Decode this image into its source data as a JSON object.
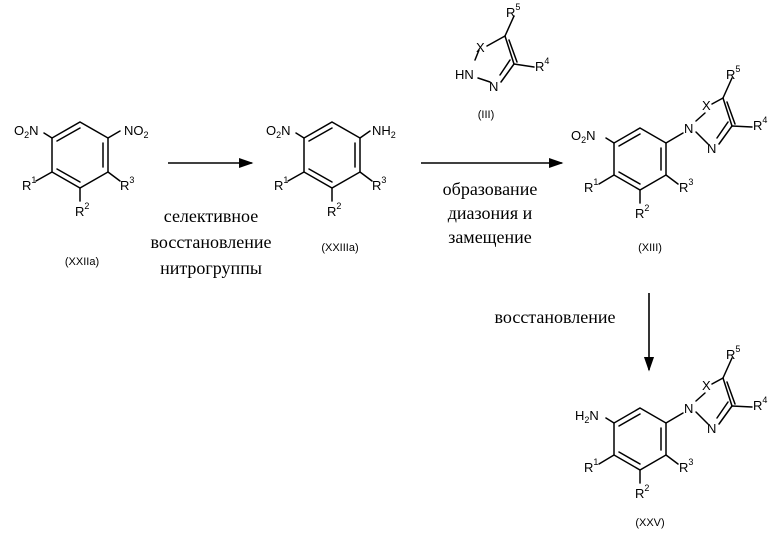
{
  "compounds": {
    "xxiia": {
      "label": "(XXIIa)",
      "no2": "O2",
      "no2_right": "NO2",
      "r1": "R",
      "r1_sup": "1",
      "r2": "R",
      "r2_sup": "2",
      "r3": "R",
      "r3_sup": "3"
    },
    "xxiiia": {
      "label": "(XXIIIa)",
      "no2": "O2",
      "nh2": "NH2",
      "r1": "R",
      "r1_sup": "1",
      "r2": "R",
      "r2_sup": "2",
      "r3": "R",
      "r3_sup": "3"
    },
    "iii": {
      "label": "(III)",
      "x": "X",
      "hn": "HN",
      "n": "N",
      "r4": "R",
      "r4_sup": "4",
      "r5": "R",
      "r5_sup": "5"
    },
    "xiii": {
      "label": "(XIII)",
      "no2": "O2",
      "n1": "N",
      "n2": "N",
      "x": "X",
      "r1": "R",
      "r1_sup": "1",
      "r2": "R",
      "r2_sup": "2",
      "r3": "R",
      "r3_sup": "3",
      "r4": "R",
      "r4_sup": "4",
      "r5": "R",
      "r5_sup": "5"
    },
    "xxv": {
      "label": "(XXV)",
      "nh2": "H2N",
      "n1": "N",
      "n2": "N",
      "x": "X",
      "r1": "R",
      "r1_sup": "1",
      "r2": "R",
      "r2_sup": "2",
      "r3": "R",
      "r3_sup": "3",
      "r4": "R",
      "r4_sup": "4",
      "r5": "R",
      "r5_sup": "5"
    }
  },
  "arrows": {
    "step1": [
      "селективное",
      "восстановление",
      "нитрогруппы"
    ],
    "step2": [
      "образование",
      "диазония и",
      "замещение"
    ],
    "step3": [
      "восстановление"
    ]
  }
}
